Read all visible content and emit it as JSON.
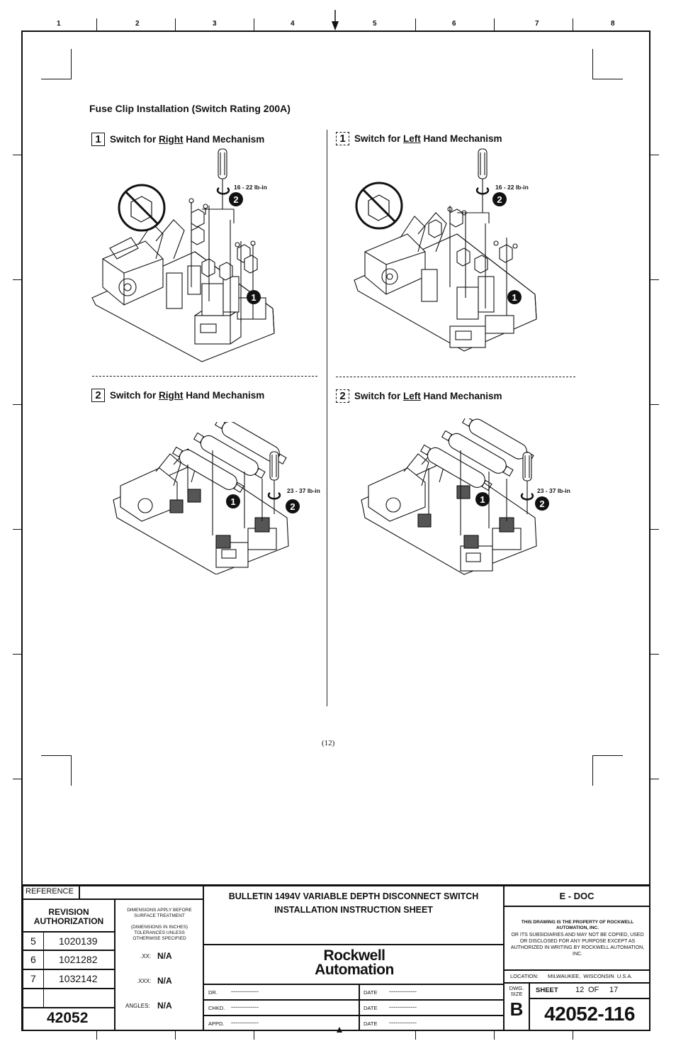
{
  "zones": [
    "1",
    "2",
    "3",
    "4",
    "5",
    "6",
    "7",
    "8"
  ],
  "heading": "Fuse Clip Installation (Switch Rating 200A)",
  "steps": [
    {
      "num": "1",
      "label_pre": "Switch for ",
      "label_u": "Right",
      "label_post": " Hand Mechanism",
      "torque": "16 - 22 lb-in"
    },
    {
      "num": "1",
      "label_pre": "Switch for ",
      "label_u": "Left",
      "label_post": " Hand Mechanism",
      "torque": "16 - 22 lb-in"
    },
    {
      "num": "2",
      "label_pre": "Switch for ",
      "label_u": "Right",
      "label_post": " Hand Mechanism",
      "torque": "23 - 37 lb-in"
    },
    {
      "num": "2",
      "label_pre": "Switch for ",
      "label_u": "Left",
      "label_post": " Hand Mechanism",
      "torque": "23 - 37 lb-in"
    }
  ],
  "callouts": {
    "one": "1",
    "two": "2"
  },
  "page_number": "(12)",
  "title_block": {
    "reference": "REFERENCE",
    "revision_authorization": "REVISION\nAUTHORIZATION",
    "revisions": [
      {
        "rev": "5",
        "num": "1020139"
      },
      {
        "rev": "6",
        "num": "1021282"
      },
      {
        "rev": "7",
        "num": "1032142"
      }
    ],
    "base_number": "42052",
    "dim_note_1": "DIMENSIONS APPLY BEFORE SURFACE TREATMENT",
    "dim_note_2": "(DIMENSIONS IN INCHES) TOLERANCES UNLESS OTHERWISE SPECIFIED",
    "tol_xx_label": ".XX:",
    "tol_xx": "N/A",
    "tol_xxx_label": ".XXX:",
    "tol_xxx": "N/A",
    "angles_label": "ANGLES:",
    "angles": "N/A",
    "title_line_1": "BULLETIN 1494V VARIABLE DEPTH DISCONNECT SWITCH",
    "title_line_2": "INSTALLATION INSTRUCTION SHEET",
    "logo_line_1": "Rockwell",
    "logo_line_2": "Automation",
    "dr_label": "DR.",
    "chkd_label": "CHKD.",
    "appd_label": "APPD.",
    "date_label": "DATE",
    "blank": "-------------",
    "doc_type": "E - DOC",
    "property_bold": "THIS DRAWING IS THE PROPERTY OF ROCKWELL AUTOMATION, INC.",
    "property_text": "OR ITS SUBSIDIARIES AND MAY NOT BE COPIED, USED OR DISCLOSED FOR ANY PURPOSE EXCEPT AS AUTHORIZED IN WRITING BY ROCKWELL AUTOMATION, INC.",
    "location_label": "LOCATION:",
    "location": "MILWAUKEE,  WISCONSIN  U.S.A.",
    "dwg_size_label": "DWG.\nSIZE",
    "dwg_size": "B",
    "sheet_label": "SHEET",
    "sheet_num": "12",
    "of_label": "OF",
    "sheet_total": "17",
    "dwg_number": "42052-116"
  }
}
